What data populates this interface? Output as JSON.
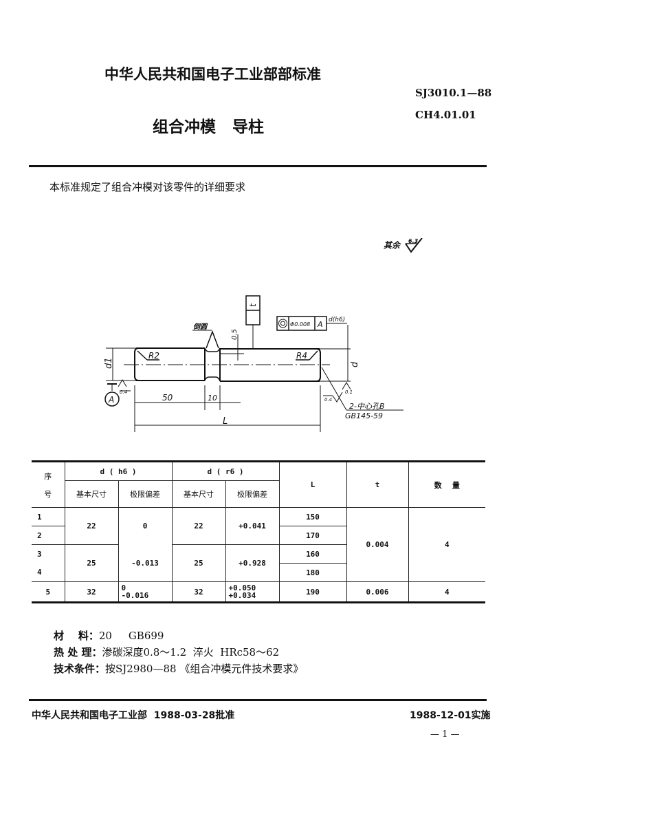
{
  "header": {
    "organization": "中华人民共和国电子工业部部标准",
    "standard_number": "SJ3010.1—88",
    "classification_code": "CH4.01.01",
    "title": "组合冲模   导柱"
  },
  "intro": "本标准规定了组合冲模对该零件的详细要求",
  "roughness_note": {
    "label": "其余",
    "value": "6.3"
  },
  "drawing": {
    "labels": {
      "d1": "d1",
      "r2": "R2",
      "r4": "R4",
      "d": "d",
      "dim_50": "50",
      "dim_10": "10",
      "dim_L": "L",
      "dim_05": "0.5",
      "datum": "A",
      "roughness_left": "0.4",
      "roughness_right": "0.1",
      "roughness_center": "0.4",
      "undercut": "倒圆",
      "tolerance_t": "t",
      "concentricity_value": "Φ0.008",
      "concentricity_datum": "A",
      "d_tol": "d(h6)",
      "center_hole": "2-中心孔B",
      "center_hole_std": "GB145-59"
    }
  },
  "table": {
    "headers": {
      "seq": "序号",
      "seq_top": "序",
      "seq_bottom": "号",
      "d_h6": "d ( h6 )",
      "d_r6": "d  ( r6 )",
      "basic_size": "基本尺寸",
      "limit_dev": "极限偏差",
      "L": "L",
      "t": "t",
      "qty": "数    量"
    },
    "rows": [
      {
        "seq": "1",
        "d_h6_basic": "22",
        "d_h6_dev": "0",
        "d_r6_basic": "22",
        "d_r6_dev": "+0.041",
        "L": "150",
        "t": "0.004",
        "qty": "4"
      },
      {
        "seq": "2",
        "L": "170"
      },
      {
        "seq": "3",
        "d_h6_basic": "25",
        "d_h6_dev": "-0.013",
        "d_r6_basic": "25",
        "d_r6_dev": "+0.928",
        "L": "160"
      },
      {
        "seq": "4",
        "L": "180"
      },
      {
        "seq": "5",
        "d_h6_basic": "32",
        "d_h6_dev_upper": "0",
        "d_h6_dev_lower": "-0.016",
        "d_r6_basic": "32",
        "d_r6_dev_upper": "+0.050",
        "d_r6_dev_lower": "+0.034",
        "L": "190",
        "t": "0.006",
        "qty": "4"
      }
    ]
  },
  "notes": {
    "material_label": "材    料：",
    "material_value": "20     GB699",
    "heat_label": "热 处 理：",
    "heat_value": "渗碳深度0.8～1.2  淬火  HRc58～62",
    "tech_label": "技术条件：",
    "tech_value": "按SJ2980—88 《组合冲模元件技术要求》"
  },
  "footer": {
    "approval": "中华人民共和国电子工业部  1988-03-28批准",
    "effective": "1988-12-01实施",
    "page": "— 1 —"
  }
}
